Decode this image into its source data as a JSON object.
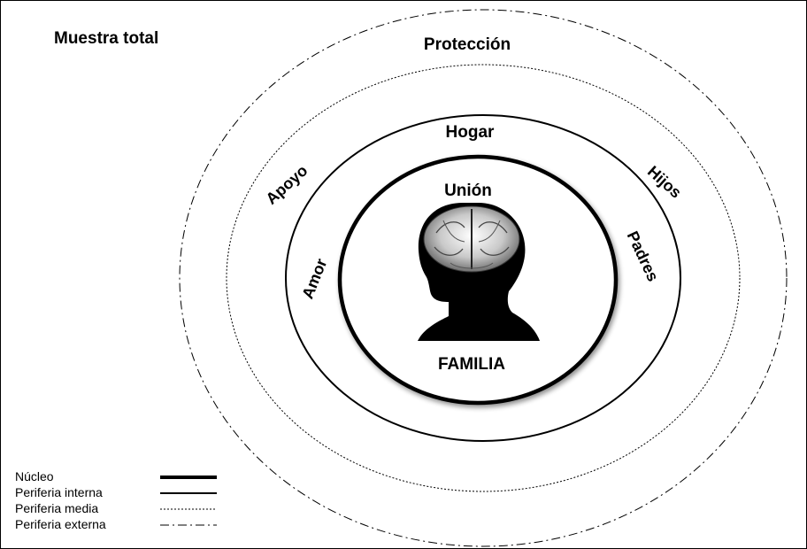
{
  "figure": {
    "sample_title": "Muestra total",
    "rings": {
      "core": {
        "labels": [
          "Unión",
          "FAMILIA"
        ]
      },
      "inner_periphery": {
        "labels": [
          "Hogar",
          "Amor",
          "Padres"
        ]
      },
      "middle_periphery": {
        "labels": [
          "Apoyo",
          "Hijos"
        ]
      },
      "outer_periphery": {
        "labels": [
          "Protección"
        ]
      }
    },
    "center_icon": "head-with-brain-icon",
    "legend": [
      {
        "label": "Núcleo",
        "style": "thick-solid"
      },
      {
        "label": "Periferia interna",
        "style": "solid"
      },
      {
        "label": "Periferia media",
        "style": "dotted"
      },
      {
        "label": "Periferia externa",
        "style": "dash-dot"
      }
    ]
  }
}
